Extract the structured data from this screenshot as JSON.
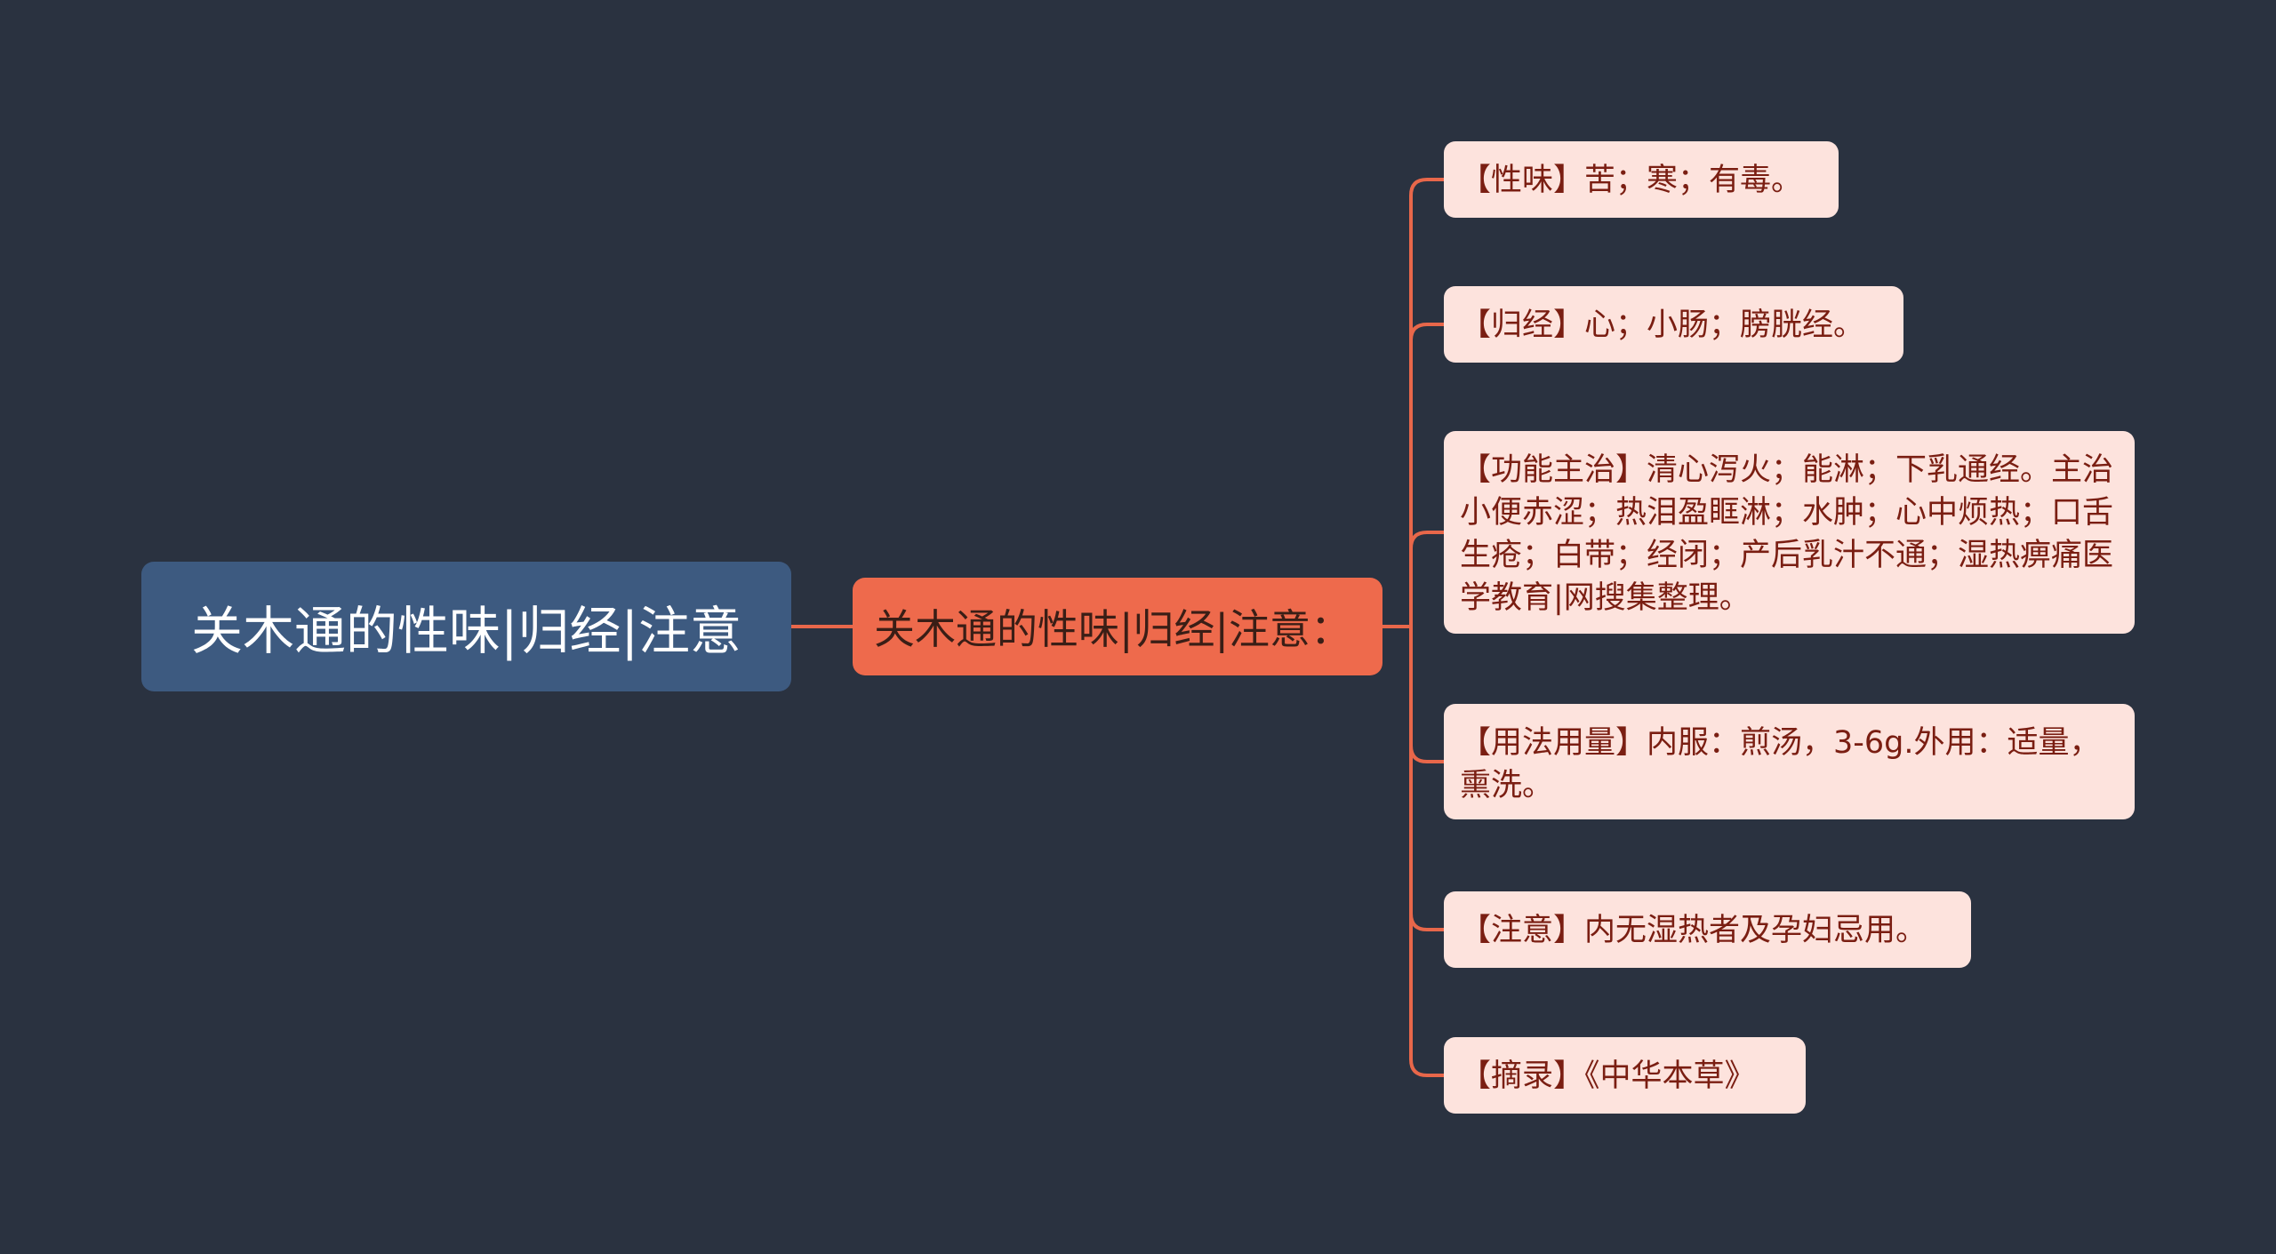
{
  "root": {
    "label": "关木通的性味|归经|注意"
  },
  "branch": {
    "label": "关木通的性味|归经|注意："
  },
  "leaves": [
    {
      "text": "【性味】苦；寒；有毒。"
    },
    {
      "text": "【归经】心；小肠；膀胱经。"
    },
    {
      "text": "【功能主治】清心泻火；能淋；下乳通经。主治小便赤涩；热泪盈眶淋；水肿；心中烦热；口舌生疮；白带；经闭；产后乳汁不通；湿热痹痛医学教育|网搜集整理。"
    },
    {
      "text": "【用法用量】内服：煎汤，3-6g.外用：适量，熏洗。"
    },
    {
      "text": "【注意】内无湿热者及孕妇忌用。"
    },
    {
      "text": "【摘录】《中华本草》"
    }
  ],
  "colors": {
    "background": "#2a3240",
    "root_fill": "#3d5a80",
    "branch_fill": "#ee6a4c",
    "leaf_fill": "#fde3dd",
    "leaf_text": "#7a1e12",
    "connector": "#e8674a"
  }
}
